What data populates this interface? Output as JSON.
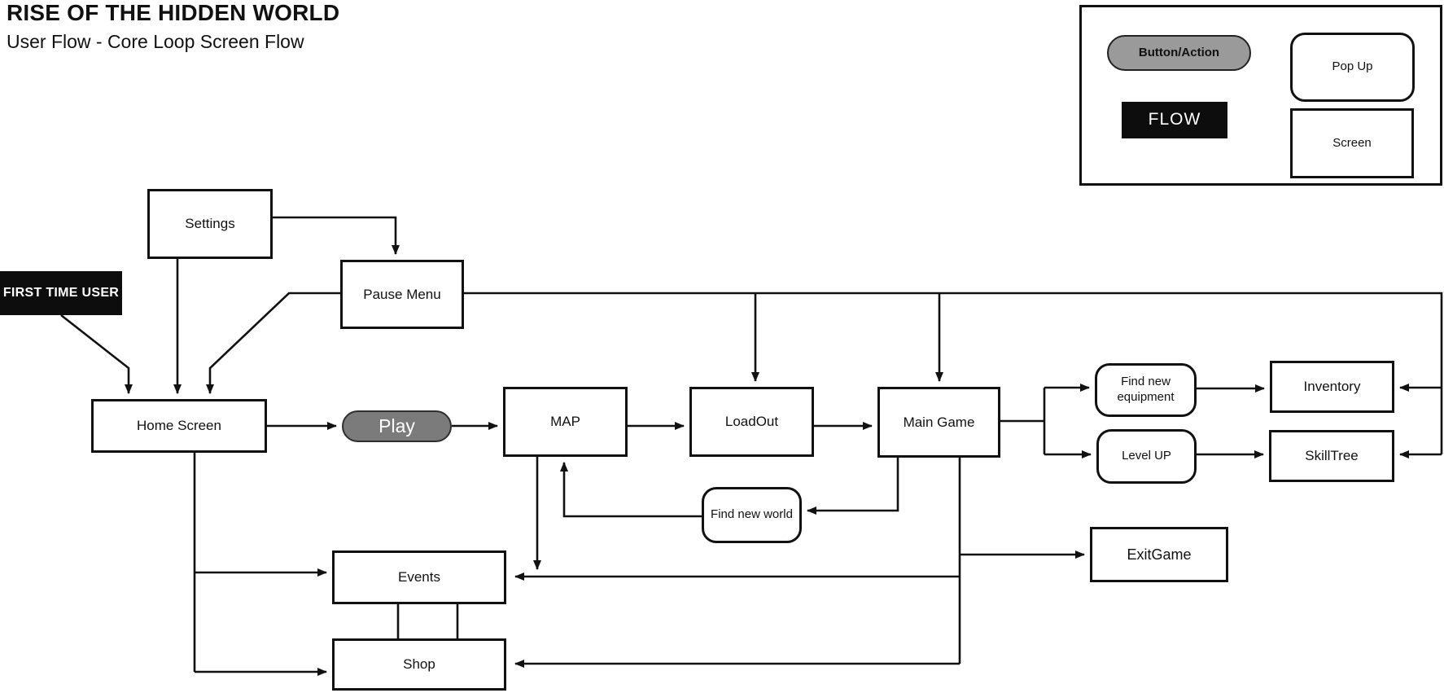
{
  "header": {
    "title": "RISE OF THE HIDDEN WORLD",
    "subtitle": "User Flow - Core Loop Screen Flow"
  },
  "legend": {
    "button_action": "Button/Action",
    "flow": "FLOW",
    "popup": "Pop Up",
    "screen": "Screen"
  },
  "nodes": {
    "first_time_user": "FIRST TIME USER",
    "settings": "Settings",
    "pause_menu": "Pause Menu",
    "home_screen": "Home Screen",
    "play": "Play",
    "map": "MAP",
    "loadout": "LoadOut",
    "main_game": "Main Game",
    "find_new_world": "Find new world",
    "find_new_equipment": "Find new equipment",
    "level_up": "Level UP",
    "inventory": "Inventory",
    "skilltree": "SkillTree",
    "exit_game": "ExitGame",
    "events": "Events",
    "shop": "Shop"
  },
  "edges": [
    {
      "from": "settings",
      "to": "pause_menu"
    },
    {
      "from": "settings",
      "to": "home_screen"
    },
    {
      "from": "first_time_user",
      "to": "home_screen"
    },
    {
      "from": "pause_menu",
      "to": "home_screen"
    },
    {
      "from": "home_screen",
      "to": "play"
    },
    {
      "from": "play",
      "to": "map"
    },
    {
      "from": "map",
      "to": "loadout"
    },
    {
      "from": "loadout",
      "to": "main_game"
    },
    {
      "from": "pause_menu",
      "to": "loadout"
    },
    {
      "from": "pause_menu",
      "to": "main_game"
    },
    {
      "from": "pause_menu",
      "to": "inventory"
    },
    {
      "from": "pause_menu",
      "to": "skilltree"
    },
    {
      "from": "main_game",
      "to": "find_new_equipment"
    },
    {
      "from": "main_game",
      "to": "level_up"
    },
    {
      "from": "find_new_equipment",
      "to": "inventory"
    },
    {
      "from": "level_up",
      "to": "skilltree"
    },
    {
      "from": "main_game",
      "to": "find_new_world"
    },
    {
      "from": "find_new_world",
      "to": "map"
    },
    {
      "from": "map",
      "to": "events"
    },
    {
      "from": "main_game",
      "to": "events"
    },
    {
      "from": "main_game",
      "to": "exit_game"
    },
    {
      "from": "main_game",
      "to": "shop"
    },
    {
      "from": "home_screen",
      "to": "events"
    },
    {
      "from": "home_screen",
      "to": "shop"
    },
    {
      "from": "events",
      "to": "shop"
    }
  ],
  "colors": {
    "line": "#111111",
    "box_fill": "#ffffff",
    "button_fill": "#7b7b7b",
    "legend_button_fill": "#9a9a9a",
    "flow_fill": "#0d0d0d"
  }
}
